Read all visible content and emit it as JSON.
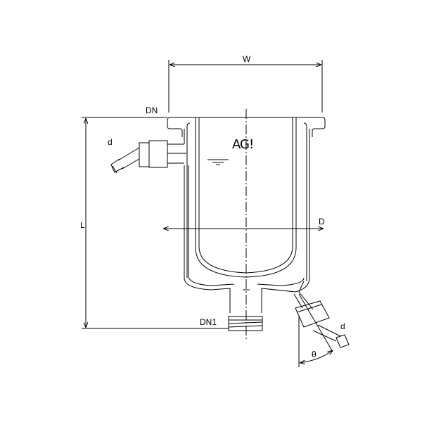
{
  "labels": {
    "width": "W",
    "nominal_diameter": "DN",
    "length": "L",
    "diameter": "D",
    "bottom_outlet_diameter": "DN1",
    "hose_diameter_left": "d",
    "hose_diameter_right": "d",
    "angle": "θ"
  },
  "logo": "AG!",
  "colors": {
    "line": "#000000",
    "background": "#ffffff"
  }
}
